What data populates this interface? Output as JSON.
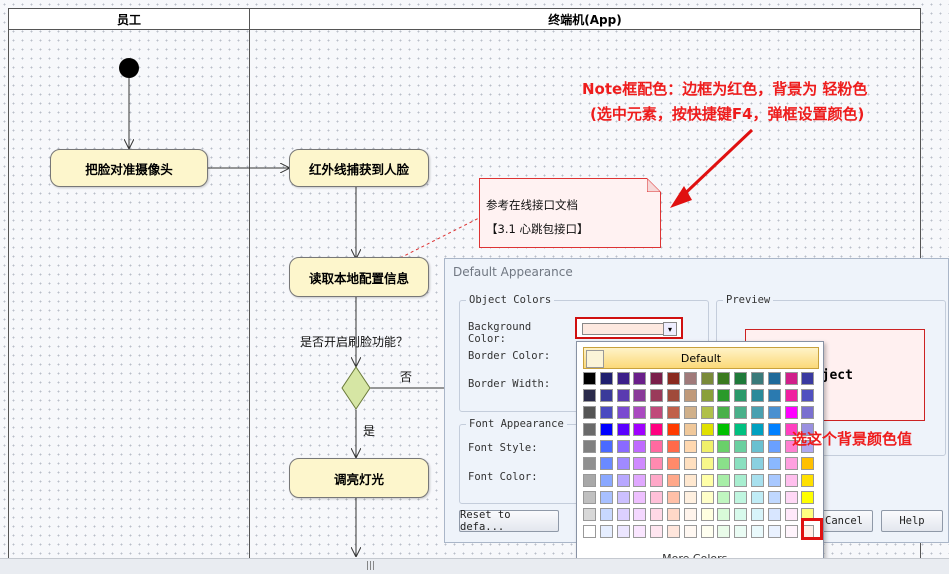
{
  "swimlanes": [
    {
      "title": "员工"
    },
    {
      "title": "终端机(App)"
    }
  ],
  "nodes": {
    "align_face": "把脸对准摄像头",
    "infrared": "红外线捕获到人脸",
    "read_config": "读取本地配置信息",
    "light": "调亮灯光"
  },
  "decision": {
    "question": "是否开启刷脸功能？",
    "no": "否",
    "yes": "是"
  },
  "note": {
    "line1": "参考在线接口文档",
    "line2": "【3.1 心跳包接口】"
  },
  "annotations": {
    "top_line1": "Note框配色：边框为红色，背景为 轻粉色",
    "top_line2": "(选中元素，按快捷键F4，弹框设置颜色)",
    "pick": "选这个背景颜色值"
  },
  "dialog": {
    "title": "Default Appearance",
    "object_colors": "Object Colors",
    "background_color": "Background Color:",
    "border_color": "Border Color:",
    "border_width": "Border Width:",
    "font_appearance": "Font Appearance",
    "font_style": "Font Style:",
    "font_color": "Font Color:",
    "preview": "Preview",
    "preview_object": "Object",
    "reset": "Reset to defa...",
    "cancel": "Cancel",
    "help": "Help"
  },
  "palette": {
    "default_label": "Default",
    "more_colors": "More Colors...",
    "colors": [
      [
        "#000000",
        "#1f1f6f",
        "#3c1f8a",
        "#6a1f8a",
        "#7a1f4a",
        "#8a2a1f",
        "#a07a7a",
        "#7a8a3a",
        "#3a7a1f",
        "#1f7a3a",
        "#3a7a7a",
        "#1f6a9a",
        "#d01f8a",
        "#3a3aa0"
      ],
      [
        "#2a2a4a",
        "#3a3a9a",
        "#5a3ab0",
        "#8a3a9a",
        "#9a3a5a",
        "#a04a3a",
        "#c09a7a",
        "#8aa03a",
        "#2a9a2a",
        "#2a9a6a",
        "#2a8a9a",
        "#2a7ab0",
        "#f01fa0",
        "#5050c0"
      ],
      [
        "#555555",
        "#4a4ac0",
        "#7a4ad0",
        "#aa4ac0",
        "#c04a7a",
        "#c0604a",
        "#d0b08a",
        "#b0c04a",
        "#4ab04a",
        "#4ab08a",
        "#4aa0b0",
        "#4a90d0",
        "#ff00ff",
        "#7a70d0"
      ],
      [
        "#6a6a6a",
        "#0000ff",
        "#5a00ff",
        "#a000ff",
        "#ff0080",
        "#ff3a00",
        "#f0c89a",
        "#e0e000",
        "#00c000",
        "#00c080",
        "#00a0c0",
        "#0080ff",
        "#ff40c0",
        "#9a90e0"
      ],
      [
        "#808080",
        "#4a6aff",
        "#8a6aff",
        "#c06aff",
        "#ff6aa0",
        "#ff6a4a",
        "#ffd8b0",
        "#f0f06a",
        "#6ad06a",
        "#6ad0a0",
        "#6ac0d0",
        "#6aa0ff",
        "#ff80d0",
        "#b0a8f0"
      ],
      [
        "#909090",
        "#6a8aff",
        "#a08aff",
        "#d08aff",
        "#ff8ab0",
        "#ff8a6a",
        "#ffe0c0",
        "#f8f88a",
        "#8ae08a",
        "#8ae0c0",
        "#8ad0e0",
        "#8ab8ff",
        "#ffa0e0",
        "#ffc000"
      ],
      [
        "#a8a8a8",
        "#8aa8ff",
        "#b8a8ff",
        "#e0a8ff",
        "#ffa8c8",
        "#ffa88a",
        "#ffe8d0",
        "#ffffa8",
        "#a8eea8",
        "#a8eed0",
        "#a8e0ee",
        "#a8c8ff",
        "#ffc0ee",
        "#ffe000"
      ],
      [
        "#c0c0c0",
        "#a8c0ff",
        "#ccc0ff",
        "#eec0ff",
        "#ffc0d8",
        "#ffc0a8",
        "#fff0e0",
        "#ffffc8",
        "#c0f6c0",
        "#c0f6e0",
        "#c0ecf6",
        "#c0d8ff",
        "#ffd8f6",
        "#ffff00"
      ],
      [
        "#d8d8d8",
        "#c8d8ff",
        "#dcd0ff",
        "#f4d8ff",
        "#ffd8e6",
        "#ffd8c8",
        "#fff4ec",
        "#ffffe0",
        "#d8fad8",
        "#d8faec",
        "#d8f4fa",
        "#d8e6ff",
        "#ffe8fa",
        "#ffff80"
      ],
      [
        "#ffffff",
        "#e6eeff",
        "#ece6ff",
        "#fae6ff",
        "#ffe6f0",
        "#ffe6dc",
        "#fff8f2",
        "#fffff0",
        "#eafcea",
        "#eafcf4",
        "#eafafc",
        "#eaf2ff",
        "#fff4fc",
        "#ffeee8"
      ]
    ]
  },
  "colors": {
    "lane_border": "#555555",
    "node_fill": "#fdf6cc",
    "note_border": "#dd3333",
    "note_fill": "#fff2f2",
    "accent_red": "#ee1c1c"
  }
}
